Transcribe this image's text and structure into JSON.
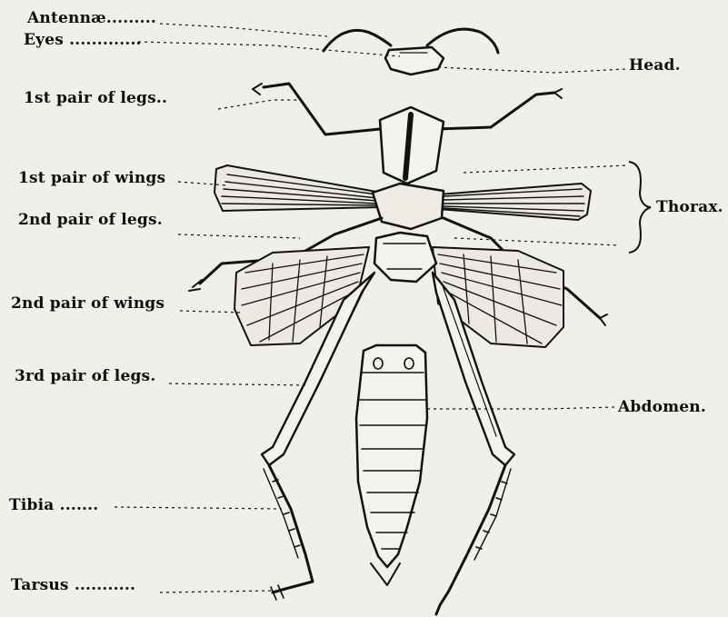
{
  "labels": {
    "antennae": "Antennæ.........",
    "eyes": "Eyes .............",
    "first_legs": "1st pair of legs..",
    "first_wings": "1st pair of wings",
    "second_legs": "2nd pair of legs.",
    "second_wings": "2nd pair of wings",
    "third_legs": "3rd pair of legs.",
    "tibia": "Tibia .......",
    "tarsus": "Tarsus ...........",
    "head": "Head.",
    "thorax": "Thorax.",
    "abdomen": "Abdomen."
  },
  "colors": {
    "paper": "#f1efe9",
    "ink": "#111111"
  }
}
